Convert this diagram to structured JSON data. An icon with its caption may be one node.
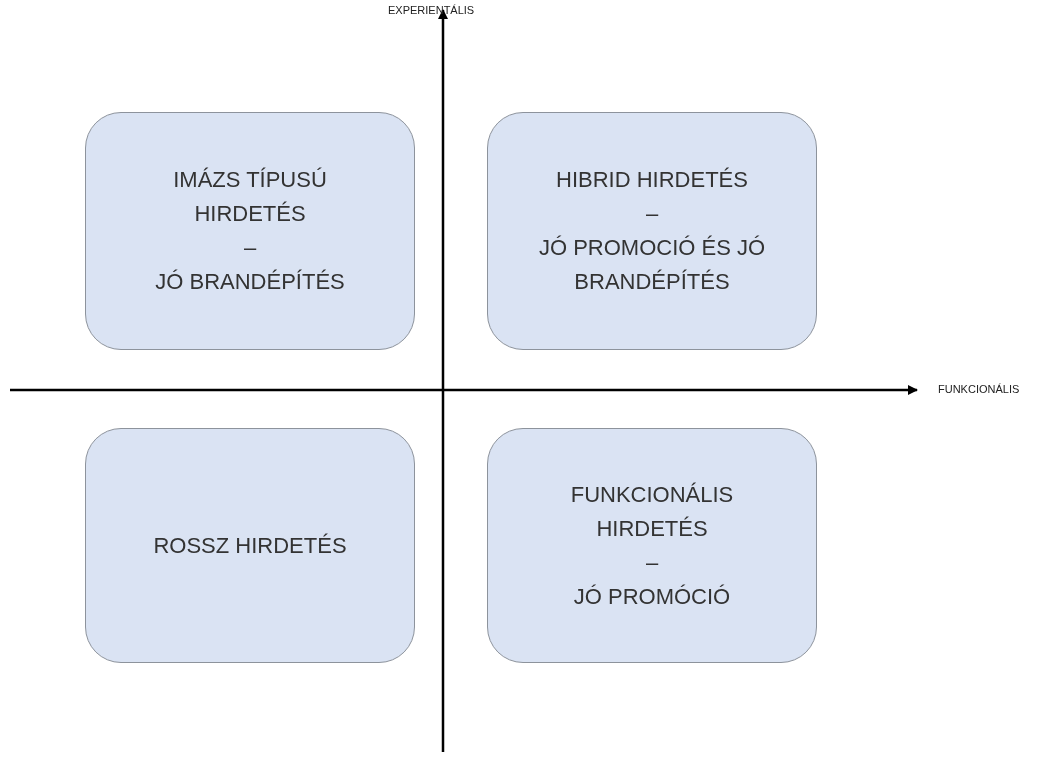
{
  "diagram": {
    "nodes": [
      {
        "text": [
          "IMÁZS TÍPUSÚ HIRDETÉS",
          "–",
          "JÓ BRANDÉPÍTÉS"
        ]
      },
      {
        "text": [
          "HIBRID HIRDETÉS",
          "–",
          "JÓ PROMOCIÓ ÉS JÓ BRANDÉPÍTÉS"
        ]
      },
      {
        "text": [
          "ROSSZ HIRDETÉS"
        ]
      },
      {
        "text": [
          "FUNKCIONÁLIS HIRDETÉS",
          "–",
          "JÓ PROMÓCIÓ"
        ]
      }
    ],
    "edges": [],
    "labels": [
      "EXPERIENTÁLIS",
      "FUNKCIONÁLIS"
    ]
  }
}
